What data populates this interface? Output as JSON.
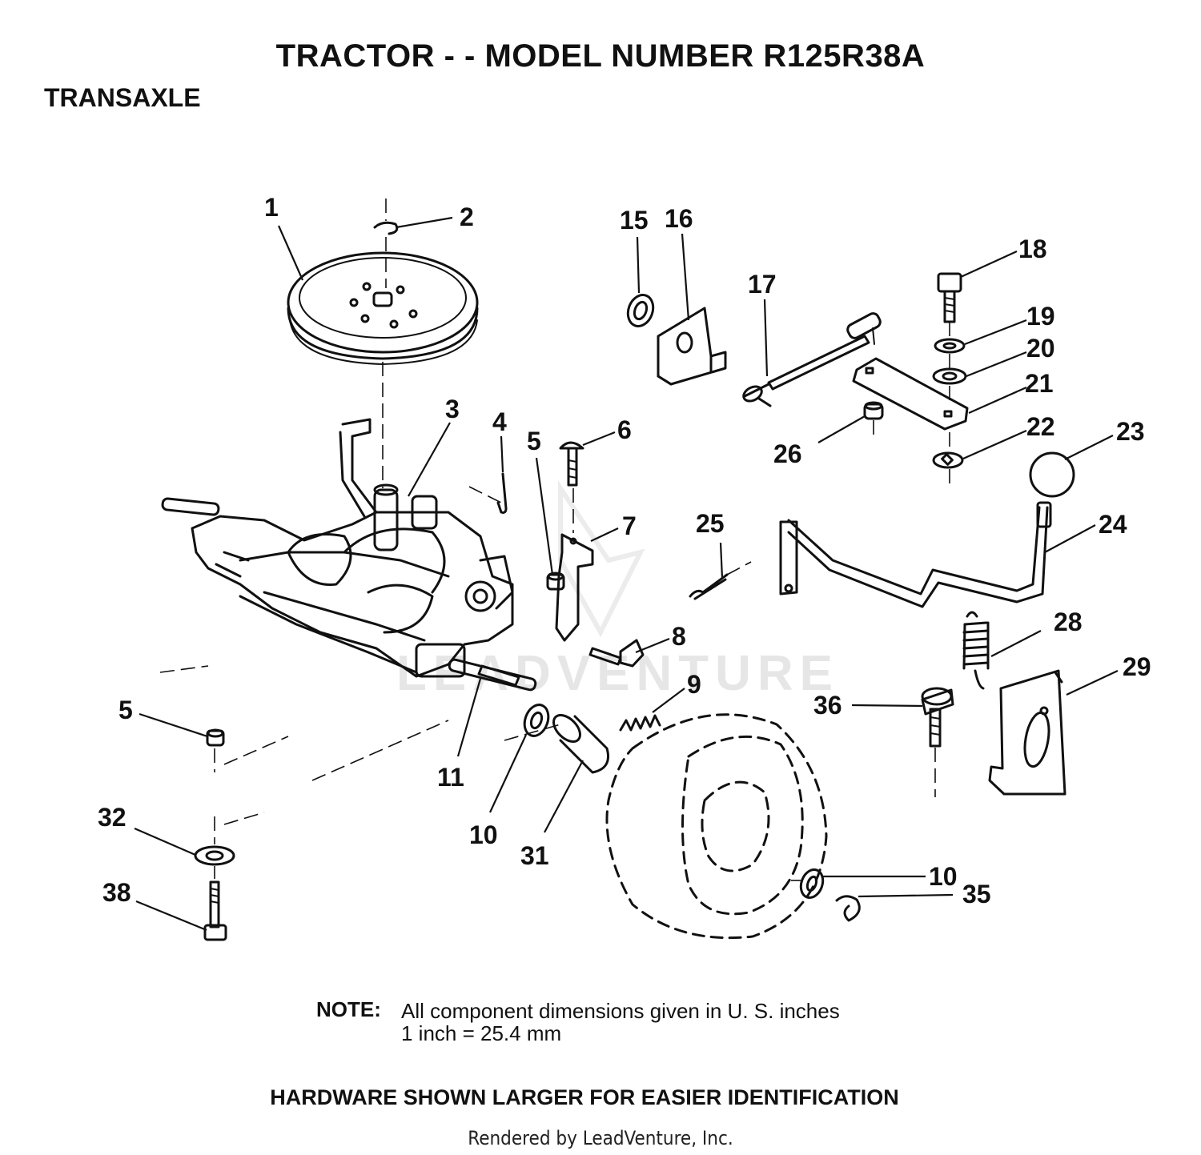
{
  "header": {
    "title": "TRACTOR - - MODEL NUMBER R125R38A",
    "section": "TRANSAXLE"
  },
  "callouts": [
    {
      "id": "c1",
      "label": "1"
    },
    {
      "id": "c2",
      "label": "2"
    },
    {
      "id": "c3",
      "label": "3"
    },
    {
      "id": "c4",
      "label": "4"
    },
    {
      "id": "c5a",
      "label": "5"
    },
    {
      "id": "c5b",
      "label": "5"
    },
    {
      "id": "c6",
      "label": "6"
    },
    {
      "id": "c7",
      "label": "7"
    },
    {
      "id": "c8",
      "label": "8"
    },
    {
      "id": "c9",
      "label": "9"
    },
    {
      "id": "c10a",
      "label": "10"
    },
    {
      "id": "c10b",
      "label": "10"
    },
    {
      "id": "c11",
      "label": "11"
    },
    {
      "id": "c15",
      "label": "15"
    },
    {
      "id": "c16",
      "label": "16"
    },
    {
      "id": "c17",
      "label": "17"
    },
    {
      "id": "c18",
      "label": "18"
    },
    {
      "id": "c19",
      "label": "19"
    },
    {
      "id": "c20",
      "label": "20"
    },
    {
      "id": "c21",
      "label": "21"
    },
    {
      "id": "c22",
      "label": "22"
    },
    {
      "id": "c23",
      "label": "23"
    },
    {
      "id": "c24",
      "label": "24"
    },
    {
      "id": "c25",
      "label": "25"
    },
    {
      "id": "c26",
      "label": "26"
    },
    {
      "id": "c28",
      "label": "28"
    },
    {
      "id": "c29",
      "label": "29"
    },
    {
      "id": "c31",
      "label": "31"
    },
    {
      "id": "c32",
      "label": "32"
    },
    {
      "id": "c35",
      "label": "35"
    },
    {
      "id": "c36",
      "label": "36"
    },
    {
      "id": "c38",
      "label": "38"
    }
  ],
  "watermark": "LEADVENTURE",
  "note": {
    "label": "NOTE:",
    "line1": "All component dimensions given in U. S. inches",
    "line2": "1 inch = 25.4 mm"
  },
  "footer": {
    "hardware": "HARDWARE SHOWN LARGER FOR EASIER IDENTIFICATION",
    "rendered": "Rendered by LeadVenture, Inc."
  },
  "colors": {
    "ink": "#111111",
    "watermark": "#e6e6e6",
    "background": "#ffffff"
  }
}
